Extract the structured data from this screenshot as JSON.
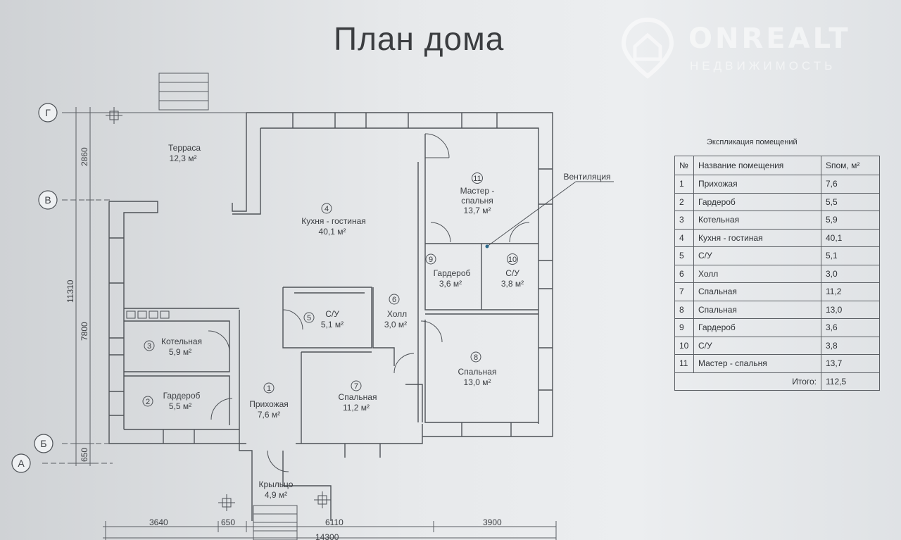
{
  "title": "План дома",
  "watermark": {
    "brand": "ONREALT",
    "sub": "НЕДВИЖИМОСТЬ"
  },
  "rooms": [
    {
      "num": "1",
      "name": "Прихожая",
      "area": "7,6 м²"
    },
    {
      "num": "2",
      "name": "Гардероб",
      "area": "5,5 м²"
    },
    {
      "num": "3",
      "name": "Котельная",
      "area": "5,9 м²"
    },
    {
      "num": "4",
      "name": "Кухня - гостиная",
      "area": "40,1 м²"
    },
    {
      "num": "5",
      "name": "С/У",
      "area": "5,1 м²"
    },
    {
      "num": "6",
      "name": "Холл",
      "area": "3,0 м²"
    },
    {
      "num": "7",
      "name": "Спальная",
      "area": "11,2 м²"
    },
    {
      "num": "8",
      "name": "Спальная",
      "area": "13,0 м²"
    },
    {
      "num": "9",
      "name": "Гардероб",
      "area": "3,6 м²"
    },
    {
      "num": "10",
      "name": "С/У",
      "area": "3,8 м²"
    },
    {
      "num": "11",
      "name1": "Мастер -",
      "name2": "спальня",
      "area": "13,7 м²"
    }
  ],
  "extra": {
    "terrace": {
      "name": "Терраса",
      "area": "12,3 м²"
    },
    "porch": {
      "name": "Крыльцо",
      "area": "4,9 м²"
    },
    "ventilation": "Вентиляция"
  },
  "axes": {
    "g": "Г",
    "v": "В",
    "b": "Б",
    "a": "А"
  },
  "dims": {
    "d2860": "2860",
    "d11310": "11310",
    "d7800": "7800",
    "d650v": "650",
    "d3640": "3640",
    "d650h": "650",
    "d6110": "6110",
    "d3900": "3900",
    "d14300": "14300"
  },
  "explication": {
    "title": "Экспликация помещений",
    "headers": [
      "№",
      "Название помещения",
      "Sпом, м²"
    ],
    "rows": [
      [
        "1",
        "Прихожая",
        "7,6"
      ],
      [
        "2",
        "Гардероб",
        "5,5"
      ],
      [
        "3",
        "Котельная",
        "5,9"
      ],
      [
        "4",
        "Кухня - гостиная",
        "40,1"
      ],
      [
        "5",
        "С/У",
        "5,1"
      ],
      [
        "6",
        "Холл",
        "3,0"
      ],
      [
        "7",
        "Спальная",
        "11,2"
      ],
      [
        "8",
        "Спальная",
        "13,0"
      ],
      [
        "9",
        "Гардероб",
        "3,6"
      ],
      [
        "10",
        "С/У",
        "3,8"
      ],
      [
        "11",
        "Мастер - спальня",
        "13,7"
      ]
    ],
    "total_label": "Итого:",
    "total_value": "112,5"
  }
}
